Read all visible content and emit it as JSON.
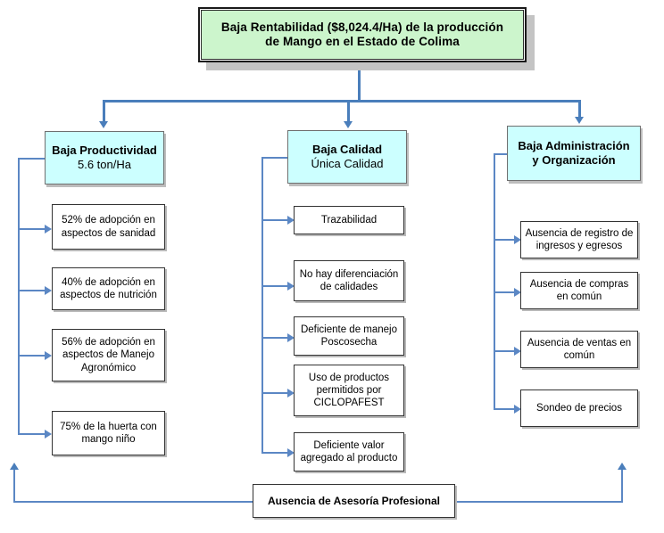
{
  "diagram": {
    "root": {
      "line1": "Baja Rentabilidad ($8,024.4/Ha) de la producción",
      "line2": "de Mango en el Estado de Colima",
      "fill": "#ccf5cc"
    },
    "bottom": {
      "label": "Ausencia de Asesoría Profesional"
    },
    "colors": {
      "category_fill": "#ccffff",
      "leaf_fill": "#ffffff",
      "connector": "#4a7ebb",
      "root_fill": "#ccf5cc"
    },
    "branches": [
      {
        "title": "Baja Productividad",
        "subtitle": "5.6 ton/Ha",
        "items": [
          "52% de adopción en aspectos de  sanidad",
          "40% de adopción en aspectos de nutrición",
          "56% de adopción en aspectos de Manejo Agronómico",
          "75% de la huerta con mango niño"
        ]
      },
      {
        "title": "Baja Calidad",
        "subtitle": "Única Calidad",
        "items": [
          "Trazabilidad",
          "No hay diferenciación de calidades",
          "Deficiente de manejo Poscosecha",
          "Uso de productos permitidos por CICLOPAFEST",
          "Deficiente valor agregado al producto"
        ]
      },
      {
        "title": "Baja Administración",
        "subtitle": "y Organización",
        "title_is_two_line_bold": true,
        "items": [
          "Ausencia de registro de ingresos y egresos",
          "Ausencia de compras en común",
          "Ausencia de ventas en común",
          "Sondeo de precios"
        ]
      }
    ]
  }
}
